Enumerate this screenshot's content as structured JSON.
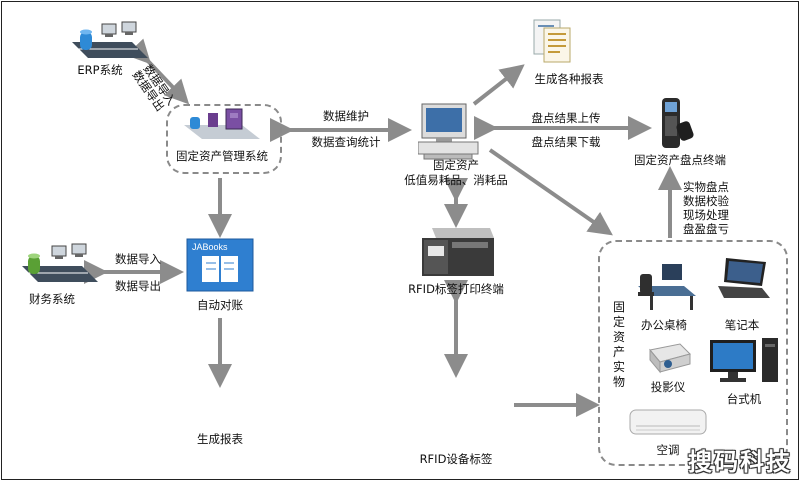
{
  "nodes": {
    "erp": "ERP系统",
    "asset_mgmt": "固定资产管理系统",
    "finance": "财务系统",
    "auto_reconcile": "自动对账",
    "reconcile_logo": "JABooks",
    "report_left": "生成报表",
    "center_line1": "固定资产",
    "center_line2": "低值易耗品、消耗品",
    "reports_top": "生成各种报表",
    "terminal": "固定资产盘点终端",
    "rfid_printer": "RFID标签打印终端",
    "rfid_tag": "RFID设备标签",
    "physical": "固定资产实物"
  },
  "edges": {
    "erp_import": "数据导入",
    "erp_export": "数据导出",
    "maintain": "数据维护",
    "query": "数据查询统计",
    "upload": "盘点结果上传",
    "download": "盘点结果下载",
    "fin_import": "数据导入",
    "fin_export": "数据导出",
    "terminal_ops": [
      "实物盘点",
      "数据校验",
      "现场处理",
      "盘盈盘亏"
    ]
  },
  "assets": {
    "desk": "办公桌椅",
    "laptop": "笔记本",
    "projector": "投影仪",
    "desktop": "台式机",
    "aircon": "空调"
  },
  "watermark": "搜码科技",
  "colors": {
    "arrow": "#8c8c8c",
    "dash": "#8a8a8a",
    "border": "#000000"
  }
}
